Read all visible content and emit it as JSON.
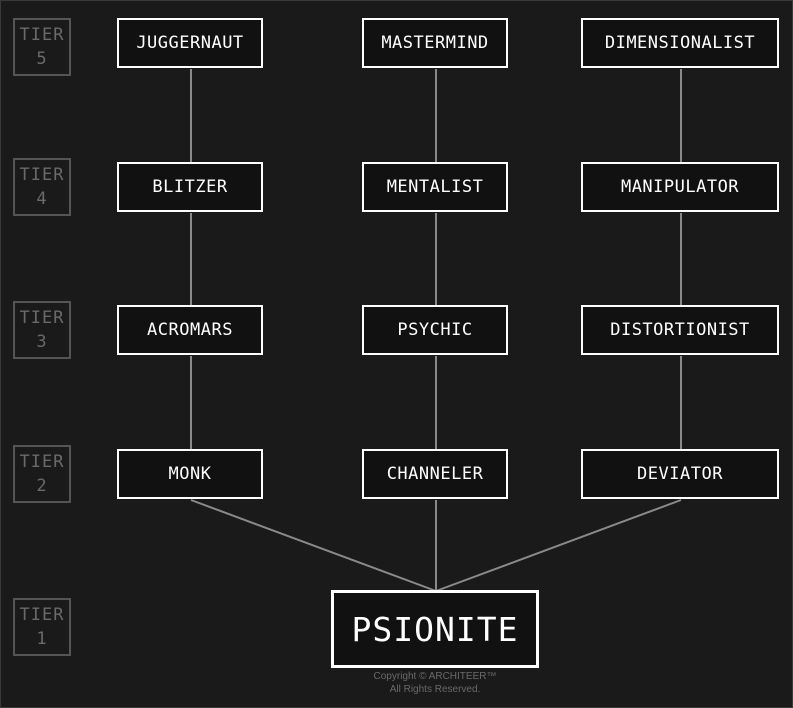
{
  "tiers": [
    {
      "word": "TIER",
      "num": "5"
    },
    {
      "word": "TIER",
      "num": "4"
    },
    {
      "word": "TIER",
      "num": "3"
    },
    {
      "word": "TIER",
      "num": "2"
    },
    {
      "word": "TIER",
      "num": "1"
    }
  ],
  "nodes": {
    "juggernaut": "JUGGERNAUT",
    "mastermind": "MASTERMIND",
    "dimensionalist": "DIMENSIONALIST",
    "blitzer": "BLITZER",
    "mentalist": "MENTALIST",
    "manipulator": "MANIPULATOR",
    "acromars": "ACROMARS",
    "psychic": "PSYCHIC",
    "distortionist": "DISTORTIONIST",
    "monk": "MONK",
    "channeler": "CHANNELER",
    "deviator": "DEVIATOR",
    "psionite": "PSIONITE"
  },
  "edges": [
    [
      "juggernaut",
      "blitzer"
    ],
    [
      "blitzer",
      "acromars"
    ],
    [
      "acromars",
      "monk"
    ],
    [
      "mastermind",
      "mentalist"
    ],
    [
      "mentalist",
      "psychic"
    ],
    [
      "psychic",
      "channeler"
    ],
    [
      "dimensionalist",
      "manipulator"
    ],
    [
      "manipulator",
      "distortionist"
    ],
    [
      "distortionist",
      "deviator"
    ],
    [
      "monk",
      "psionite"
    ],
    [
      "channeler",
      "psionite"
    ],
    [
      "deviator",
      "psionite"
    ]
  ],
  "colors": {
    "background": "#1a1a1a",
    "node_border": "#ffffff",
    "link": "#8a8a8a",
    "tier_badge": "#555555"
  },
  "footer": {
    "line1": "Copyright © ARCHITEER™",
    "line2": "All Rights Reserved."
  }
}
